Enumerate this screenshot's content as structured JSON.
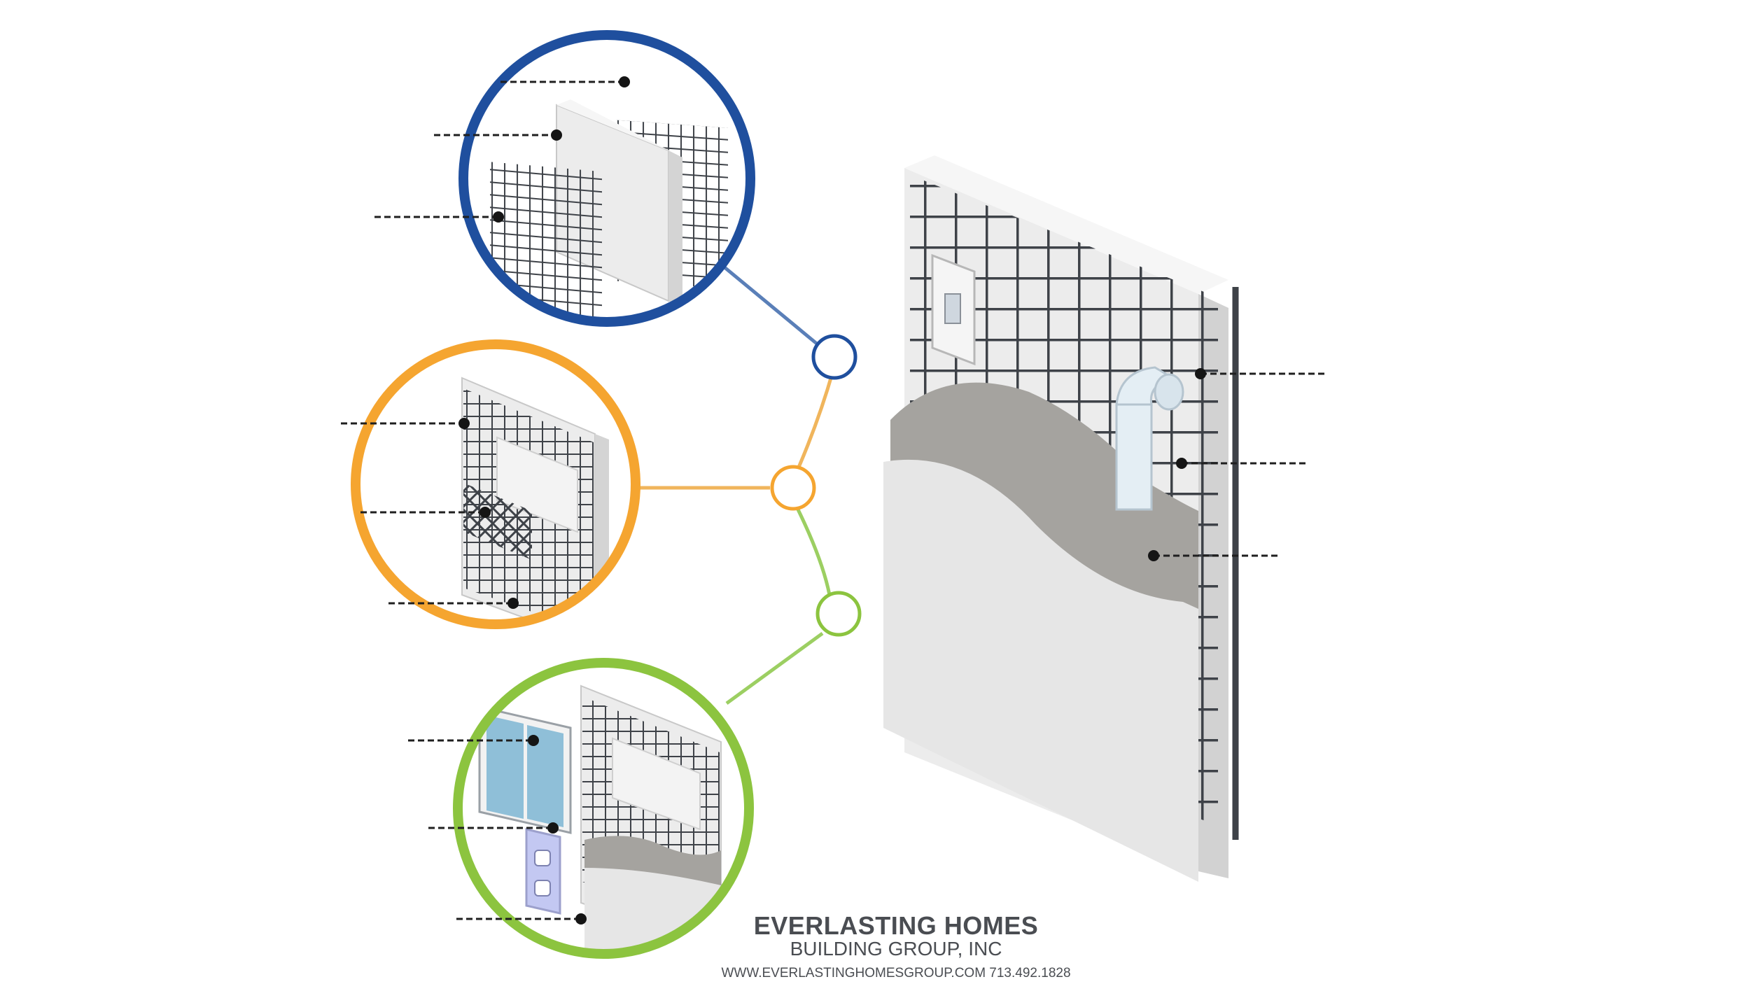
{
  "brand": {
    "name": "EVERLASTING HOMES",
    "subtitle": "BUILDING GROUP, INC",
    "contact": "WWW.EVERLASTINGHOMESGROUP.COM   713.492.1828"
  },
  "colors": {
    "blue": "#1f4f9e",
    "orange": "#f5a530",
    "green": "#8cc43f",
    "mesh": "#3e4248",
    "panel": "#ececec",
    "plaster": "#a5a39f",
    "stucco": "#e6e6e6",
    "glass": "#8fbfd8"
  },
  "icons": [
    "wire-mesh-icon",
    "foam-panel-icon",
    "window-opening-icon",
    "window-frame-icon",
    "electrical-outlet-icon",
    "light-switch-icon",
    "pipe-elbow-icon"
  ]
}
